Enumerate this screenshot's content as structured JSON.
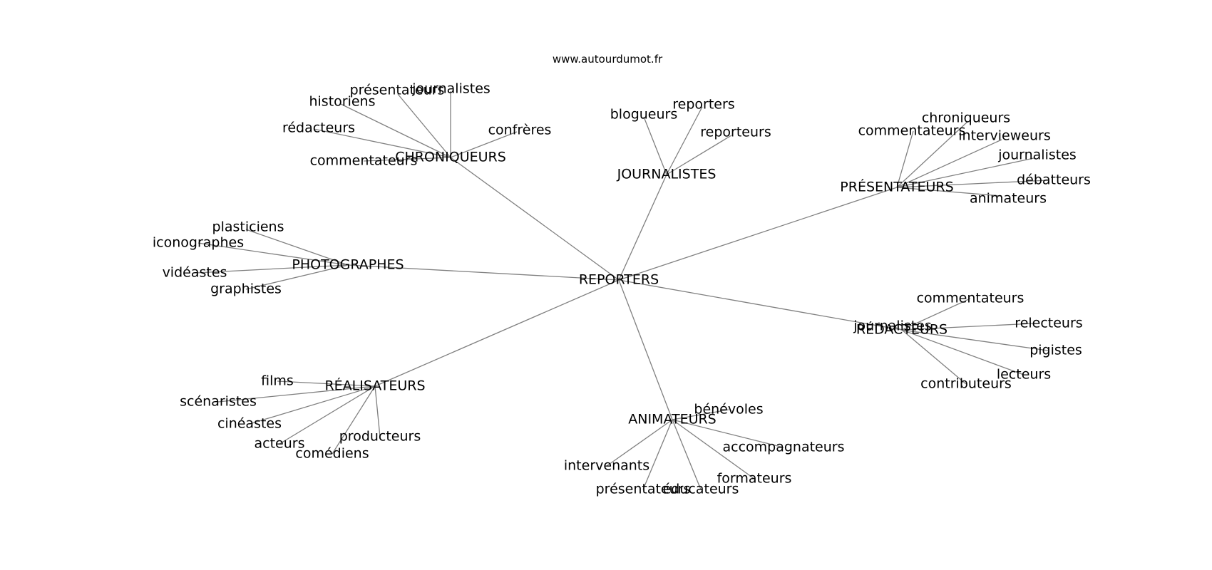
{
  "site": "www.autourdumot.fr",
  "center": "REPORTERS",
  "groups": [
    {
      "hub": "CHRONIQUEURS",
      "words": [
        "journalistes",
        "présentateurs",
        "historiens",
        "rédacteurs",
        "commentateurs",
        "confrères"
      ]
    },
    {
      "hub": "JOURNALISTES",
      "words": [
        "blogueurs",
        "reporters",
        "reporteurs"
      ]
    },
    {
      "hub": "PRÉSENTATEURS",
      "words": [
        "commentateurs",
        "chroniqueurs",
        "intervieweurs",
        "journalistes",
        "débatteurs",
        "animateurs"
      ]
    },
    {
      "hub": "PHOTOGRAPHES",
      "words": [
        "plasticiens",
        "iconographes",
        "vidéastes",
        "graphistes"
      ]
    },
    {
      "hub": "RÉDACTEURS",
      "words": [
        "commentateurs",
        "relecteurs",
        "pigistes",
        "lecteurs",
        "contributeurs",
        "journalistes"
      ]
    },
    {
      "hub": "RÉALISATEURS",
      "words": [
        "films",
        "scénaristes",
        "cinéastes",
        "acteurs",
        "comédiens",
        "producteurs"
      ]
    },
    {
      "hub": "ANIMATEURS",
      "words": [
        "bénévoles",
        "accompagnateurs",
        "formateurs",
        "éducateurs",
        "présentateurs",
        "intervenants"
      ]
    }
  ]
}
